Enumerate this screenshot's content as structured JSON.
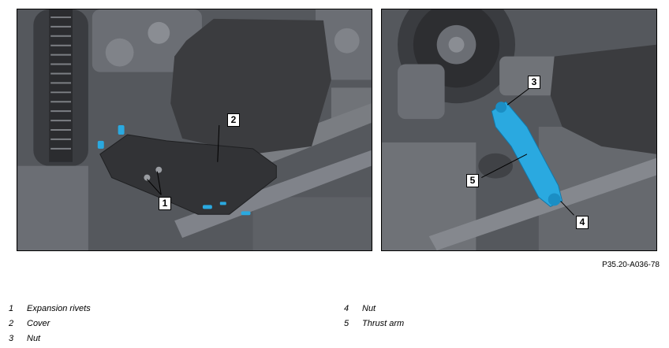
{
  "figure_ref": "P35.20-A036-78",
  "callouts": {
    "left": [
      {
        "number": "1"
      },
      {
        "number": "2"
      }
    ],
    "right": [
      {
        "number": "3"
      },
      {
        "number": "4"
      },
      {
        "number": "5"
      }
    ]
  },
  "legend": {
    "left_column": [
      {
        "number": "1",
        "label": "Expansion rivets"
      },
      {
        "number": "2",
        "label": "Cover"
      },
      {
        "number": "3",
        "label": "Nut"
      }
    ],
    "right_column": [
      {
        "number": "4",
        "label": "Nut"
      },
      {
        "number": "5",
        "label": "Thrust arm"
      }
    ]
  },
  "colors": {
    "highlight": "#2aa9e0",
    "cover": "#3b3c3f",
    "component": "#6b6e74",
    "background": "#4a4d52"
  }
}
